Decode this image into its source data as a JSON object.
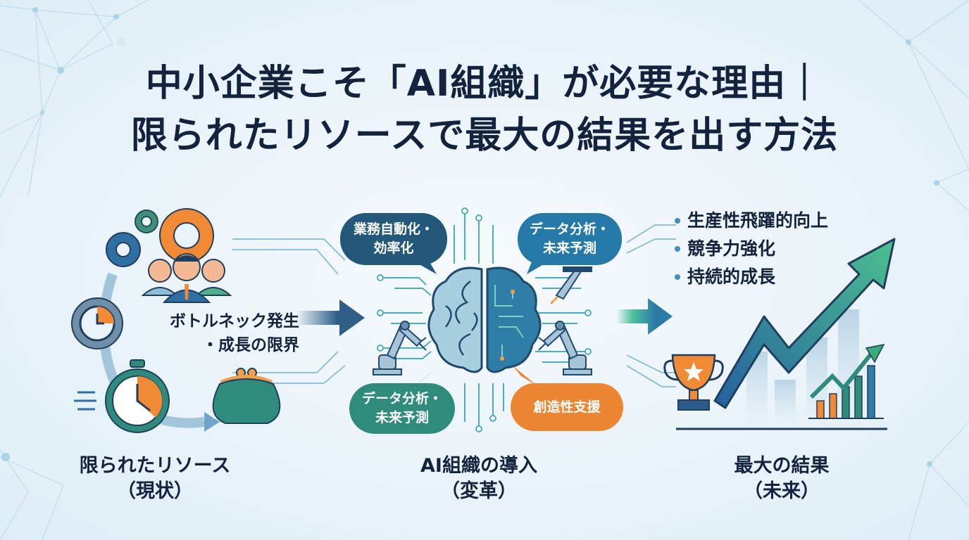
{
  "title": {
    "line1": "中小企業こそ「AI組織」が必要な理由｜",
    "line2": "限られたリソースで最大の結果を出す方法"
  },
  "sections": [
    {
      "id": "current",
      "caption_main": "限られたリソース",
      "caption_sub": "（現状）",
      "callout": {
        "line1": "ボトルネック発生",
        "line2": "・成長の限界"
      },
      "icons": [
        "gear-icon",
        "team-icon",
        "clock-gear-icon",
        "stopwatch-icon",
        "purse-icon"
      ]
    },
    {
      "id": "transformation",
      "caption_main": "AI組織の導入",
      "caption_sub": "（変革）",
      "bubbles": [
        {
          "line1": "業務自動化・",
          "line2": "効率化",
          "color": "#24587a"
        },
        {
          "line1": "データ分析・",
          "line2": "未来予測",
          "color": "#2579a8"
        },
        {
          "line1": "データ分析・",
          "line2": "未来予測",
          "color": "#2f8c7c"
        },
        {
          "line1": "創造性支援",
          "line2": "",
          "color": "#ec8531"
        }
      ],
      "icons": [
        "brain-circuit-icon",
        "robot-arm-icon",
        "robot-arm-icon",
        "robot-arm-icon"
      ]
    },
    {
      "id": "future",
      "caption_main": "最大の結果",
      "caption_sub": "（未来）",
      "benefits": [
        "生産性飛躍的向上",
        "競争力強化",
        "持続的成長"
      ],
      "icons": [
        "trophy-icon",
        "growth-arrow-icon",
        "bar-chart-icon"
      ]
    }
  ],
  "colors": {
    "navy": "#13233d",
    "blue": "#2a6f9e",
    "teal": "#2f9c8c",
    "green": "#3aaa7a",
    "orange": "#ec8531",
    "background": "#eaf3f9"
  }
}
